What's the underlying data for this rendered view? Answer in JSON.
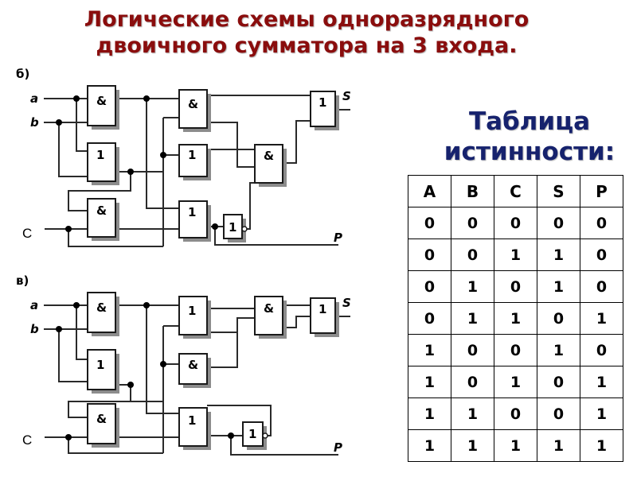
{
  "title": {
    "line1": "Логические схемы одноразрядного",
    "line2": "двоичного сумматора на 3  входа."
  },
  "table_caption": {
    "line1": "Таблица",
    "line2": "истинности:"
  },
  "truth_table": {
    "headers": [
      "A",
      "B",
      "C",
      "S",
      "P"
    ],
    "rows": [
      [
        "0",
        "0",
        "0",
        "0",
        "0"
      ],
      [
        "0",
        "0",
        "1",
        "1",
        "0"
      ],
      [
        "0",
        "1",
        "0",
        "1",
        "0"
      ],
      [
        "0",
        "1",
        "1",
        "0",
        "1"
      ],
      [
        "1",
        "0",
        "0",
        "1",
        "0"
      ],
      [
        "1",
        "0",
        "1",
        "0",
        "1"
      ],
      [
        "1",
        "1",
        "0",
        "0",
        "1"
      ],
      [
        "1",
        "1",
        "1",
        "1",
        "1"
      ]
    ]
  },
  "diagrams": [
    {
      "panel_label": "б)",
      "inputs": {
        "a": "a",
        "b": "b",
        "c": "С"
      },
      "outputs": {
        "s": "S",
        "p": "P"
      },
      "gates": {
        "g1": "&",
        "g2": "1",
        "g3": "&",
        "g4": "&",
        "g5": "1",
        "g6": "1",
        "g7": "&",
        "g8": "1",
        "g9": "1"
      }
    },
    {
      "panel_label": "в)",
      "inputs": {
        "a": "a",
        "b": "b",
        "c": "С"
      },
      "outputs": {
        "s": "S",
        "p": "P"
      },
      "gates": {
        "g1": "&",
        "g2": "1",
        "g3": "&",
        "g4": "1",
        "g5": "&",
        "g6": "1",
        "g7": "&",
        "g8": "1",
        "g9": "1"
      }
    }
  ]
}
